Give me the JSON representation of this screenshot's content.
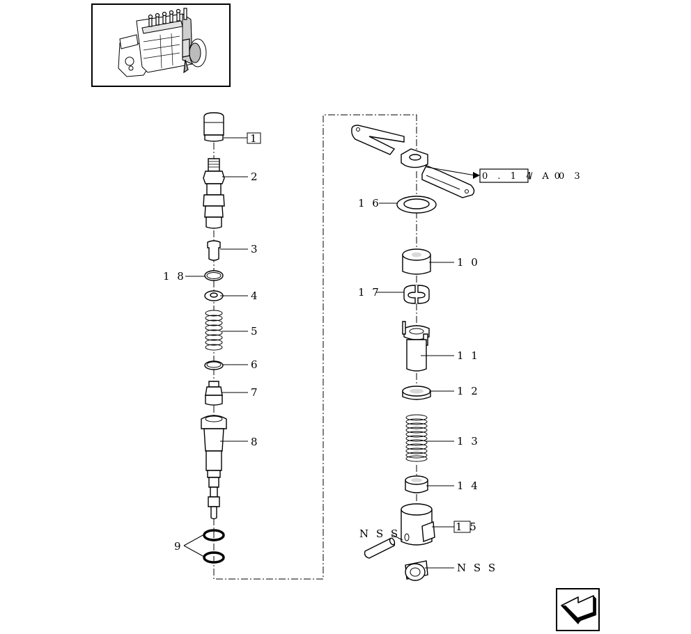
{
  "callouts": [
    {
      "id": "1",
      "label": "1"
    },
    {
      "id": "2",
      "label": "2"
    },
    {
      "id": "3",
      "label": "3"
    },
    {
      "id": "18",
      "label": "1 8"
    },
    {
      "id": "4",
      "label": "4"
    },
    {
      "id": "5",
      "label": "5"
    },
    {
      "id": "6",
      "label": "6"
    },
    {
      "id": "7",
      "label": "7"
    },
    {
      "id": "8",
      "label": "8"
    },
    {
      "id": "9",
      "label": "9"
    },
    {
      "id": "16",
      "label": "1 6"
    },
    {
      "id": "10",
      "label": "1 0"
    },
    {
      "id": "17",
      "label": "1 7"
    },
    {
      "id": "11",
      "label": "1 1"
    },
    {
      "id": "12",
      "label": "1 2"
    },
    {
      "id": "13",
      "label": "1 3"
    },
    {
      "id": "14",
      "label": "1 4"
    },
    {
      "id": "15",
      "label": "1 5"
    },
    {
      "id": "nss1",
      "label": "N S S"
    },
    {
      "id": "nss2",
      "label": "N S S"
    }
  ],
  "reference": {
    "boxed": "0 . 1 4 . 0",
    "suffix": "/ A  0 3"
  },
  "icons": {
    "thumbnail": "injection-pump-thumbnail",
    "nav": "next-page-arrow-icon"
  }
}
